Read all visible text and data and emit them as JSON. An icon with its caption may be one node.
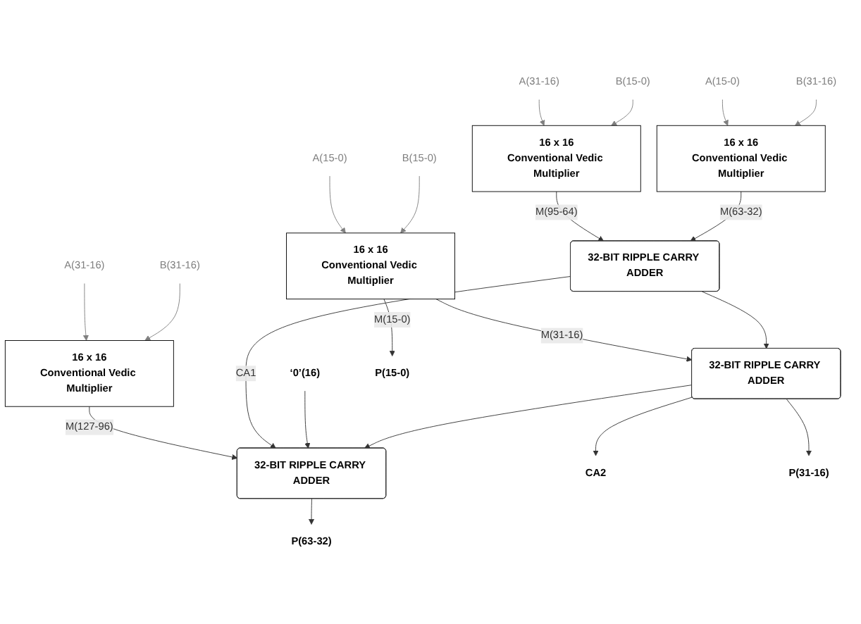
{
  "diagram": {
    "nodes": [
      {
        "text": [
          "A(31-16)"
        ]
      },
      {
        "text": [
          "B(31-16)"
        ]
      },
      {
        "text": [
          "A(31-16)"
        ]
      },
      {
        "text": [
          "B(15-0)"
        ]
      },
      {
        "text": [
          "A(15-0)"
        ]
      },
      {
        "text": [
          "B(31-16)"
        ]
      },
      {
        "text": [
          "A(15-0)"
        ]
      },
      {
        "text": [
          "B(15-0)"
        ]
      },
      {
        "text": [
          "16 x 16",
          "Conventional Vedic Multiplier"
        ]
      },
      {
        "text": [
          "16 x 16",
          "Conventional Vedic Multiplier"
        ]
      },
      {
        "text": [
          "16 x 16",
          "Conventional Vedic Multiplier"
        ]
      },
      {
        "text": [
          "16 x 16",
          "Conventional Vedic Multiplier"
        ]
      },
      {
        "text": [
          "32-BIT RIPPLE CARRY ADDER"
        ]
      },
      {
        "text": [
          "32-BIT RIPPLE CARRY ADDER"
        ]
      },
      {
        "text": [
          "32-BIT RIPPLE CARRY ADDER"
        ]
      },
      {
        "text": [
          "‘0’(16)"
        ]
      },
      {
        "text": [
          "CA2"
        ]
      },
      {
        "text": [
          "P(63-32)"
        ]
      },
      {
        "text": [
          "P(31-16)"
        ]
      },
      {
        "text": [
          "P(15-0)"
        ]
      }
    ],
    "edges": [
      {
        "from": 0,
        "to": 8,
        "arrow": "to",
        "color": "#7f7f7f"
      },
      {
        "from": 1,
        "to": 8,
        "arrow": "to",
        "color": "#7f7f7f"
      },
      {
        "from": 2,
        "to": 9,
        "arrow": "to",
        "color": "#7f7f7f"
      },
      {
        "from": 3,
        "to": 9,
        "arrow": "to",
        "color": "#7f7f7f"
      },
      {
        "from": 4,
        "to": 10,
        "arrow": "to",
        "color": "#7f7f7f"
      },
      {
        "from": 5,
        "to": 10,
        "arrow": "to",
        "color": "#7f7f7f"
      },
      {
        "from": 6,
        "to": 11,
        "arrow": "to",
        "color": "#7f7f7f"
      },
      {
        "from": 7,
        "to": 11,
        "arrow": "to",
        "color": "#7f7f7f"
      },
      {
        "from": 8,
        "to": 14,
        "arrow": "to",
        "label": "M(127-96)"
      },
      {
        "from": 9,
        "to": 12,
        "arrow": "to",
        "label": "M(95-64)"
      },
      {
        "from": 10,
        "to": 12,
        "arrow": "to",
        "label": "M(63-32)"
      },
      {
        "from": 11,
        "to": 13,
        "arrow": "to",
        "label": "M(31-16)"
      },
      {
        "from": 11,
        "to": 19,
        "arrow": "to",
        "label": "M(15-0)"
      },
      {
        "from": 12,
        "to": 13,
        "arrow": "to"
      },
      {
        "from": 12,
        "to": 14,
        "arrow": "to",
        "label": "CA1"
      },
      {
        "from": 15,
        "to": 14,
        "arrow": "to"
      },
      {
        "from": 13,
        "to": 14,
        "arrow": "to"
      },
      {
        "from": 13,
        "to": 16,
        "arrow": "to"
      },
      {
        "from": 13,
        "to": 18,
        "arrow": "to"
      },
      {
        "from": 14,
        "to": 17,
        "arrow": "to"
      }
    ]
  }
}
